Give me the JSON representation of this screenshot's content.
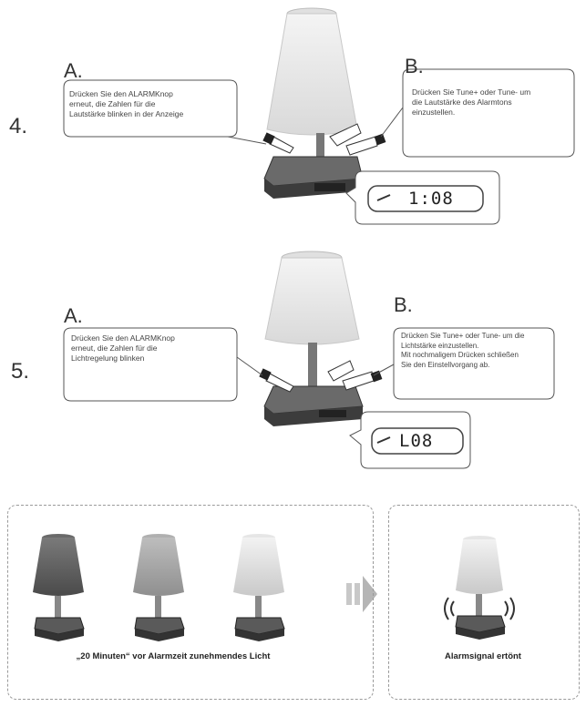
{
  "step4": {
    "number": "4.",
    "a": {
      "letter": "A.",
      "lines": [
        "Drücken Sie den ALARMKnop",
        "erneut, die Zahlen für die",
        "Lautstärke blinken in der Anzeige"
      ]
    },
    "b": {
      "letter": "B.",
      "lines": [
        "Drücken Sie Tune+ oder Tune- um",
        "die Lautstärke des Alarmtons",
        "einzustellen."
      ]
    },
    "display": "1:08"
  },
  "step5": {
    "number": "5.",
    "a": {
      "letter": "A.",
      "lines": [
        "Drücken Sie den ALARMKnop",
        "erneut, die Zahlen für die",
        "Lichtregelung blinken"
      ]
    },
    "b": {
      "letter": "B.",
      "lines": [
        "Drücken Sie Tune+ oder Tune- um die",
        "Lichtstärke einzustellen.",
        "Mit nochmaligem Drücken schließen",
        "Sie den Einstellvorgang ab."
      ]
    },
    "display": "L08"
  },
  "bottom": {
    "left_caption": "„20 Minuten“ vor Alarmzeit zunehmendes Licht",
    "right_caption": "Alarmsignal ertönt"
  }
}
